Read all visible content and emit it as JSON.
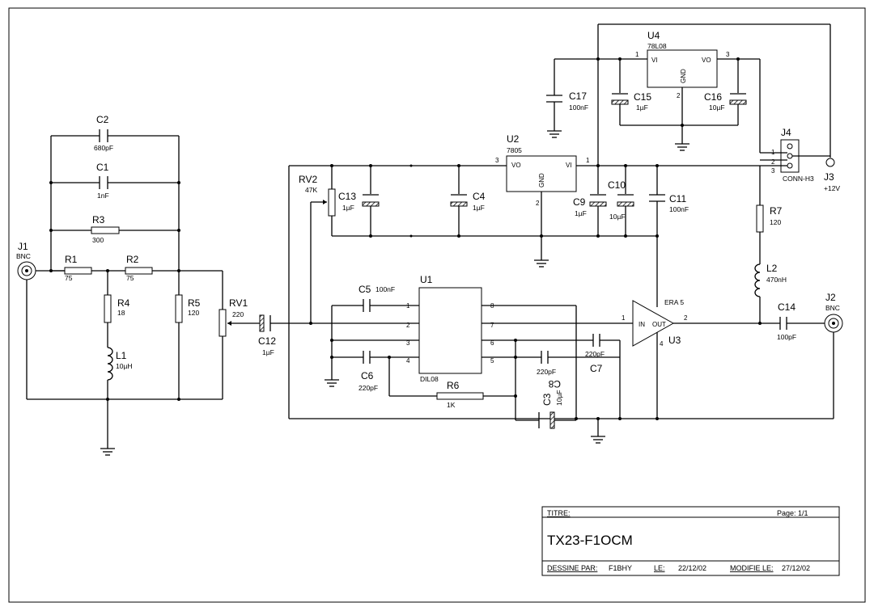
{
  "title_block": {
    "titre_label": "TITRE:",
    "page_label": "Page: 1/1",
    "title": "TX23-F1OCM",
    "dessine_label": "DESSINE PAR:",
    "dessine_value": "F1BHY",
    "le_label": "LE:",
    "le_value": "22/12/02",
    "modifie_label": "MODIFIE LE:",
    "modifie_value": "27/12/02"
  },
  "components": {
    "J1": {
      "ref": "J1",
      "value": "BNC"
    },
    "J2": {
      "ref": "J2",
      "value": "BNC"
    },
    "J3": {
      "ref": "J3",
      "value": "+12V"
    },
    "J4": {
      "ref": "J4",
      "value": "CONN-H3"
    },
    "C1": {
      "ref": "C1",
      "value": "1nF"
    },
    "C2": {
      "ref": "C2",
      "value": "680pF"
    },
    "C3": {
      "ref": "C3",
      "value": "10µF"
    },
    "C4": {
      "ref": "C4",
      "value": "1µF"
    },
    "C5": {
      "ref": "C5",
      "value": "100nF"
    },
    "C6": {
      "ref": "C6",
      "value": "220pF"
    },
    "C7": {
      "ref": "C7",
      "value": "220pF"
    },
    "C8": {
      "ref": "C8",
      "value": "220pF"
    },
    "C9": {
      "ref": "C9",
      "value": "1µF"
    },
    "C10": {
      "ref": "C10",
      "value": "10µF"
    },
    "C11": {
      "ref": "C11",
      "value": "100nF"
    },
    "C12": {
      "ref": "C12",
      "value": "1µF"
    },
    "C13": {
      "ref": "C13",
      "value": "1µF"
    },
    "C14": {
      "ref": "C14",
      "value": "100pF"
    },
    "C15": {
      "ref": "C15",
      "value": "1µF"
    },
    "C16": {
      "ref": "C16",
      "value": "10µF"
    },
    "C17": {
      "ref": "C17",
      "value": "100nF"
    },
    "R1": {
      "ref": "R1",
      "value": "75"
    },
    "R2": {
      "ref": "R2",
      "value": "75"
    },
    "R3": {
      "ref": "R3",
      "value": "300"
    },
    "R4": {
      "ref": "R4",
      "value": "18"
    },
    "R5": {
      "ref": "R5",
      "value": "120"
    },
    "R6": {
      "ref": "R6",
      "value": "1K"
    },
    "R7": {
      "ref": "R7",
      "value": "120"
    },
    "RV1": {
      "ref": "RV1",
      "value": "220"
    },
    "RV2": {
      "ref": "RV2",
      "value": "47K"
    },
    "L1": {
      "ref": "L1",
      "value": "10µH"
    },
    "L2": {
      "ref": "L2",
      "value": "470nH"
    },
    "U1": {
      "ref": "U1",
      "value": "DIL08"
    },
    "U2": {
      "ref": "U2",
      "value": "7805",
      "pin_vo": "VO",
      "pin_vi": "VI",
      "pin_gnd": "GND"
    },
    "U3": {
      "ref": "U3",
      "value": "ERA 5",
      "pin_in": "IN",
      "pin_out": "OUT"
    },
    "U4": {
      "ref": "U4",
      "value": "78L08",
      "pin_vi": "VI",
      "pin_vo": "VO",
      "pin_gnd": "GND"
    }
  },
  "pin_numbers": {
    "u1_left": [
      "1",
      "2",
      "3",
      "4"
    ],
    "u1_right": [
      "8",
      "7",
      "6",
      "5"
    ],
    "u2": [
      "3",
      "1",
      "2"
    ],
    "u3": [
      "1",
      "2",
      "4"
    ],
    "u4": [
      "1",
      "3",
      "2"
    ],
    "j4": [
      "1",
      "2",
      "3"
    ]
  }
}
